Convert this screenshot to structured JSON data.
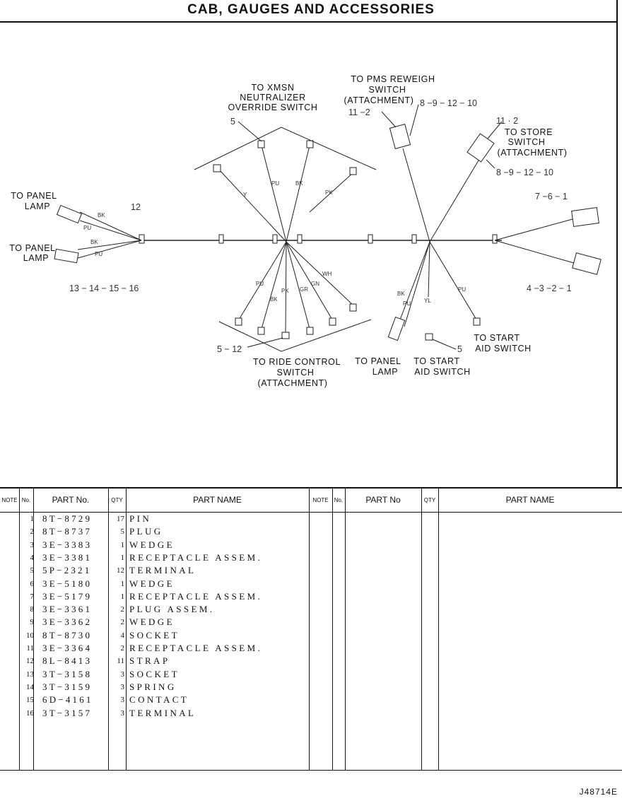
{
  "title": "CAB, GAUGES AND ACCESSORIES",
  "figure_id": "J48714E",
  "diagram": {
    "labels": {
      "xmsn": [
        "TO XMSN",
        "NEUTRALIZER",
        "OVERRIDE SWITCH"
      ],
      "pms": [
        "TO PMS REWEIGH",
        "SWITCH",
        "(ATTACHMENT)"
      ],
      "store": [
        "TO STORE",
        "SWITCH",
        "(ATTACHMENT)"
      ],
      "panel_lamp_1": [
        "TO PANEL",
        "LAMP"
      ],
      "panel_lamp_2": [
        "TO PANEL",
        "LAMP"
      ],
      "ride_control": [
        "TO RIDE CONTROL",
        "SWITCH",
        "(ATTACHMENT)"
      ],
      "panel_lamp_3": [
        "TO PANEL",
        "LAMP"
      ],
      "start_aid_1": [
        "TO START",
        "AID SWITCH"
      ],
      "start_aid_2": [
        "TO START",
        "AID SWITCH"
      ]
    },
    "refs": {
      "r5_top": "5",
      "r11_2_pms": "11 −2",
      "r8_9_12_10_pms": "8 −9 − 12 − 10",
      "r11_2_store": "11 · 2",
      "r8_9_12_10_store": "8 −9 − 12 − 10",
      "r7_6_1": "7 −6 − 1",
      "r4_3_2_1": "4 −3 −2 − 1",
      "r12": "12",
      "r13_16": "13 − 14 − 15 − 16",
      "r5_12": "5 − 12",
      "r5_bottom": "5"
    },
    "wire_codes": {
      "bk": "BK",
      "pu": "PU",
      "y": "Y",
      "pk": "PK",
      "gr": "GR",
      "gn": "GN",
      "wh": "WH",
      "yl": "YL"
    }
  },
  "parts_table": {
    "headers": {
      "note": "NOTE",
      "no": "No.",
      "part_no": "PART No.",
      "qty": "QTY",
      "part_name": "PART NAME",
      "note_r": "NOTE",
      "no_r": "No.",
      "part_no_r": "PART No",
      "qty_r": "QTY",
      "part_name_r": "PART NAME"
    },
    "rows": [
      {
        "no": "1",
        "part_no": "8T−8729",
        "qty": "17",
        "name": "PIN"
      },
      {
        "no": "2",
        "part_no": "8T−8737",
        "qty": "5",
        "name": "PLUG"
      },
      {
        "no": "3",
        "part_no": "3E−3383",
        "qty": "1",
        "name": "WEDGE"
      },
      {
        "no": "4",
        "part_no": "3E−3381",
        "qty": "1",
        "name": "RECEPTACLE ASSEM."
      },
      {
        "no": "5",
        "part_no": "5P−2321",
        "qty": "12",
        "name": "TERMINAL"
      },
      {
        "no": "6",
        "part_no": "3E−5180",
        "qty": "1",
        "name": "WEDGE"
      },
      {
        "no": "7",
        "part_no": "3E−5179",
        "qty": "1",
        "name": "RECEPTACLE ASSEM."
      },
      {
        "no": "8",
        "part_no": "3E−3361",
        "qty": "2",
        "name": "PLUG ASSEM."
      },
      {
        "no": "9",
        "part_no": "3E−3362",
        "qty": "2",
        "name": "WEDGE"
      },
      {
        "no": "10",
        "part_no": "8T−8730",
        "qty": "4",
        "name": "SOCKET"
      },
      {
        "no": "11",
        "part_no": "3E−3364",
        "qty": "2",
        "name": "RECEPTACLE ASSEM."
      },
      {
        "no": "12",
        "part_no": "8L−8413",
        "qty": "11",
        "name": "STRAP"
      },
      {
        "no": "13",
        "part_no": "3T−3158",
        "qty": "3",
        "name": "SOCKET"
      },
      {
        "no": "14",
        "part_no": "3T−3159",
        "qty": "3",
        "name": "SPRING"
      },
      {
        "no": "15",
        "part_no": "6D−4161",
        "qty": "3",
        "name": "CONTACT"
      },
      {
        "no": "16",
        "part_no": "3T−3157",
        "qty": "3",
        "name": "TERMINAL"
      }
    ]
  }
}
